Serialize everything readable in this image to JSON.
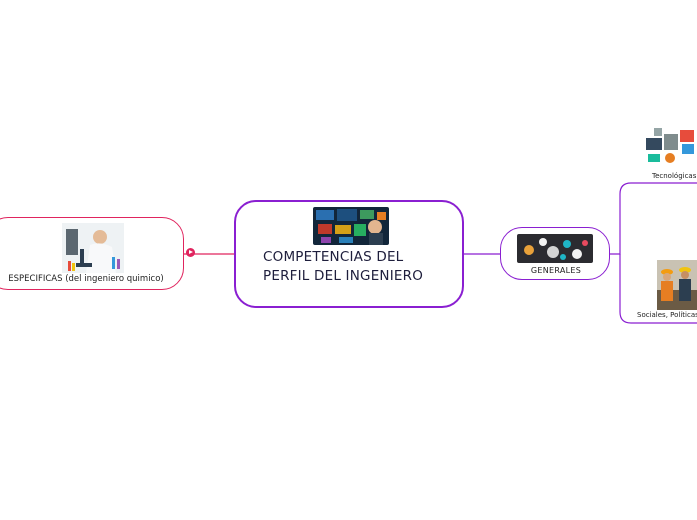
{
  "central": {
    "title": "COMPETENCIAS DEL PERFIL DEL INGENIERO",
    "image_icon": "engineer-screens-photo"
  },
  "left_branch": {
    "label": "ESPECIFICAS (del ingeniero quimico)",
    "image_icon": "chemist-microscope-photo",
    "collapse_icon": "collapse-arrow-icon"
  },
  "right_branch": {
    "label": "GENERALES",
    "image_icon": "gears-network-photo",
    "children": [
      {
        "label": "Tecnológicas",
        "image_icon": "technology-devices-illustration"
      },
      {
        "label": "Sociales, Políticas",
        "image_icon": "workers-helmets-photo"
      }
    ]
  },
  "colors": {
    "central_border": "#8a1fd1",
    "left_branch": "#e0245e",
    "right_branch": "#8a1fd1"
  }
}
